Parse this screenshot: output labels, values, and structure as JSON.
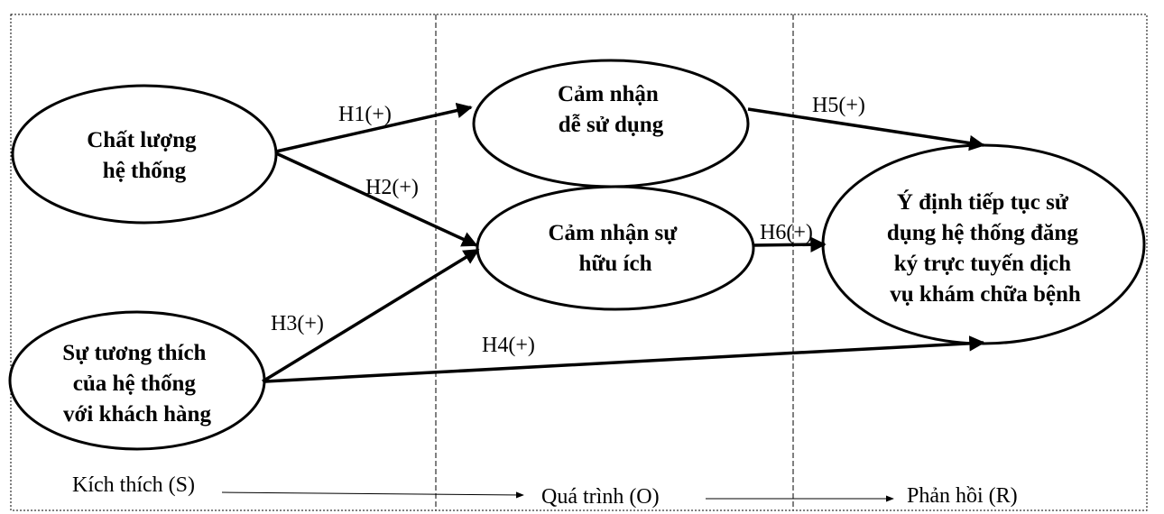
{
  "nodes": {
    "system_quality": {
      "lines": [
        "Chất lượng",
        "hệ thống"
      ]
    },
    "ease_of_use": {
      "lines": [
        "Cảm nhận",
        "dễ sử dụng"
      ]
    },
    "usefulness": {
      "lines": [
        "Cảm nhận sự",
        "hữu ích"
      ]
    },
    "compatibility": {
      "lines": [
        "Sự tương thích",
        "của hệ thống",
        "với khách hàng"
      ]
    },
    "intention": {
      "lines": [
        "Ý định tiếp tục sử",
        "dụng hệ thống đăng",
        "ký trực tuyến dịch",
        "vụ khám chữa bệnh"
      ]
    }
  },
  "hypotheses": {
    "h1": "H1(+)",
    "h2": "H2(+)",
    "h3": "H3(+)",
    "h4": "H4(+)",
    "h5": "H5(+)",
    "h6": "H6(+)"
  },
  "stages": {
    "stimulus": "Kích thích (S)",
    "organism": "Quá trình (O)",
    "response": "Phản hồi (R)"
  }
}
